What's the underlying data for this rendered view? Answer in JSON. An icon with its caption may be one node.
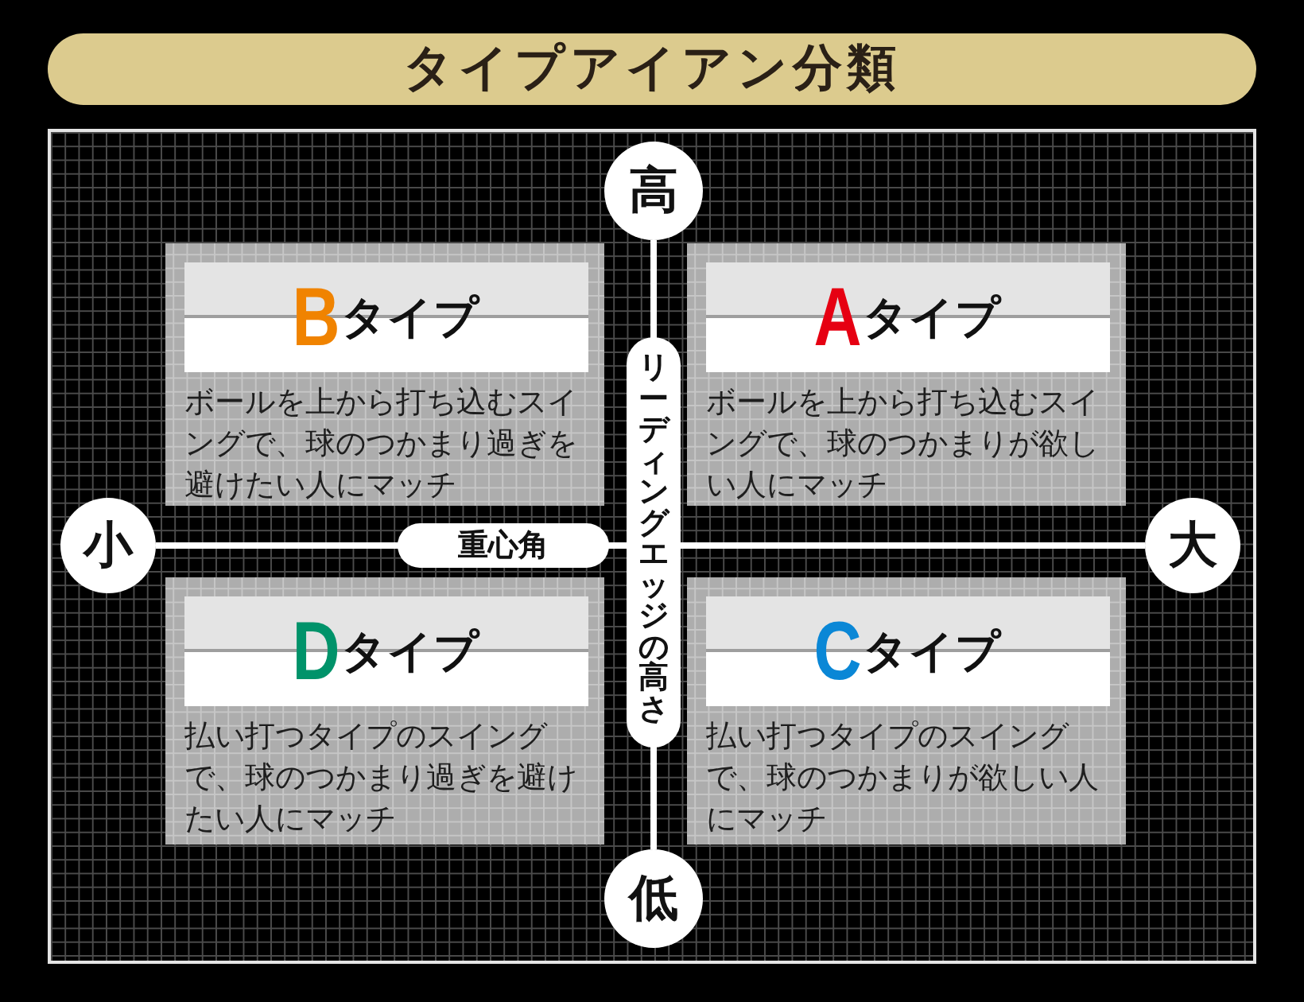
{
  "diagram": {
    "title": "タイプアイアン分類",
    "nodes": [
      {
        "text": [
          "高"
        ]
      },
      {
        "text": [
          "**B**タイプ",
          "ボールを上から打ち込むスイングで、球のつかまり過ぎを避けたい人にマッチ"
        ]
      },
      {
        "text": [
          "**A**タイプ",
          "ボールを上から打ち込むスイングで、球のつかまりが欲しい人にマッチ"
        ]
      },
      {
        "text": [
          "小"
        ]
      },
      {
        "text": [
          "大"
        ]
      },
      {
        "text": [
          "**D**タイプ",
          "払い打つタイプのスイングで、球のつかまり過ぎを避けたい人にマッチ"
        ]
      },
      {
        "text": [
          "**C**タイプ",
          "払い打つタイプのスイングで、球のつかまりが欲しい人にマッチ"
        ]
      },
      {
        "text": [
          "低"
        ]
      }
    ],
    "edges": [
      {
        "from": 3,
        "to": 4,
        "arrow": "none",
        "label": "重心角"
      },
      {
        "from": 0,
        "to": 7,
        "arrow": "none",
        "label": "リーディングエッジの高さ"
      }
    ]
  }
}
